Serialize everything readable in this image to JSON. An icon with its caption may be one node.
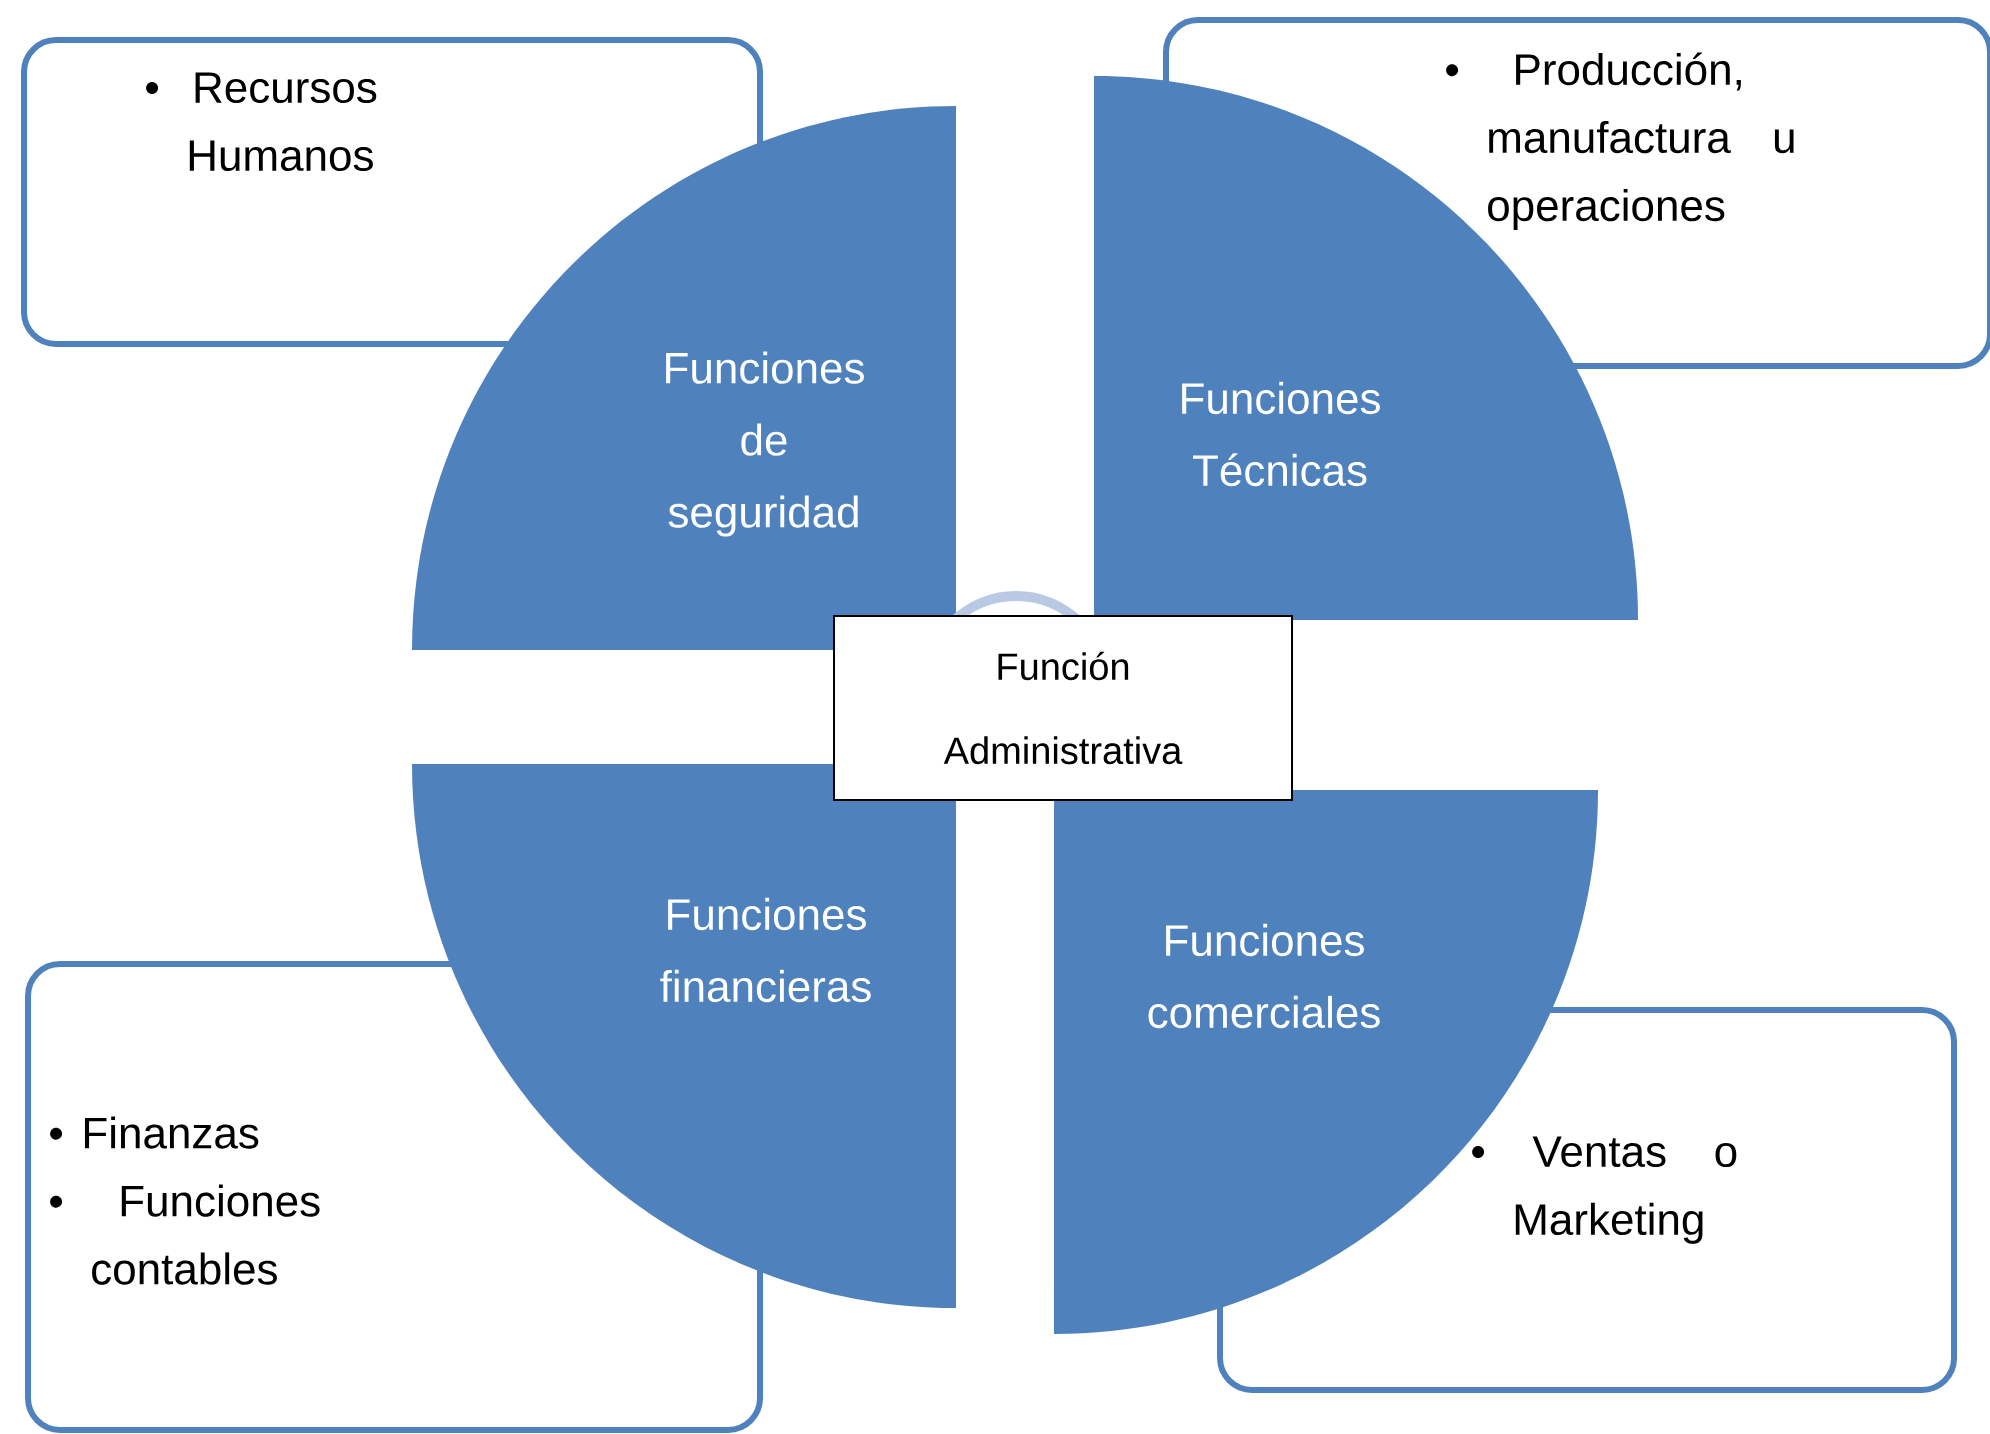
{
  "diagram": {
    "nodes": [
      {
        "text": [
          "• Recursos Humanos"
        ]
      },
      {
        "text": [
          "• Producción, manufactura u operaciones"
        ]
      },
      {
        "text": [
          "Funciones de seguridad"
        ]
      },
      {
        "text": [
          "Funciones Técnicas"
        ]
      },
      {
        "text": [
          "Función Administrativa"
        ]
      },
      {
        "text": [
          "Funciones financieras"
        ]
      },
      {
        "text": [
          "Funciones comerciales"
        ]
      },
      {
        "text": [
          "• Finanzas",
          "• Funciones contables"
        ]
      },
      {
        "text": [
          "• Ventas o Marketing"
        ]
      }
    ]
  }
}
